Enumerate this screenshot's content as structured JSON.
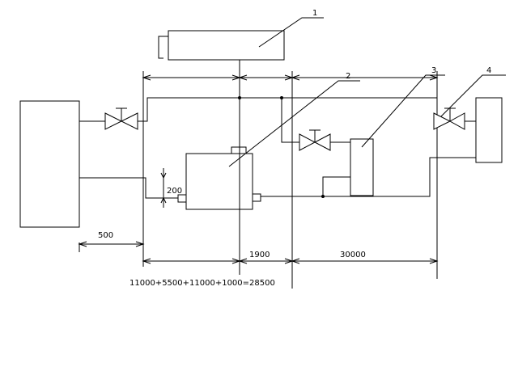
{
  "callouts": {
    "c1": "1",
    "c2": "2",
    "c3": "3",
    "c4": "4"
  },
  "dimensions": {
    "d200": "200",
    "d500": "500",
    "d1900": "1900",
    "d30000": "30000",
    "formula": "11000+5500+11000+1000=28500"
  }
}
